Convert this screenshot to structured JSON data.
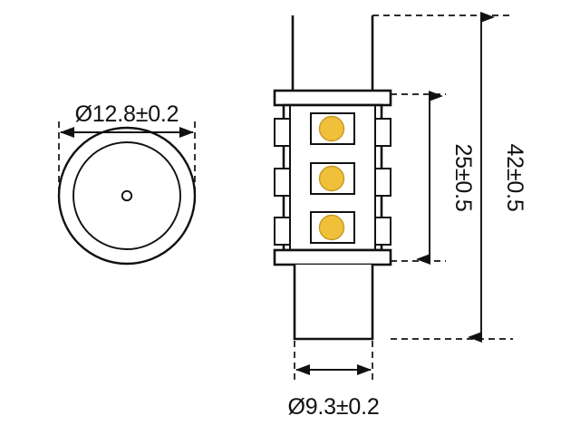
{
  "drawing": {
    "title": "LED bulb technical dimension drawing",
    "background_color": "#ffffff",
    "line_color": "#111111",
    "led_color": "#F0C03A",
    "led_body_color": "#ffffff",
    "views": {
      "left_view_name": "top-view",
      "right_view_name": "side-view"
    }
  },
  "dimensions": {
    "top_diameter": {
      "label": "Ø12.8±0.2",
      "value": 12.8,
      "tolerance": 0.2,
      "symbol": "Ø",
      "orientation": "horizontal",
      "view": "top-view"
    },
    "base_diameter": {
      "label": "Ø9.3±0.2",
      "value": 9.3,
      "tolerance": 0.2,
      "symbol": "Ø",
      "orientation": "horizontal",
      "view": "side-view"
    },
    "led_section_height": {
      "label": "25±0.5",
      "value": 25,
      "tolerance": 0.5,
      "orientation": "vertical",
      "view": "side-view"
    },
    "overall_height": {
      "label": "42±0.5",
      "value": 42,
      "tolerance": 0.5,
      "orientation": "vertical",
      "view": "side-view"
    }
  },
  "components": {
    "front_leds": {
      "count": 3,
      "color": "#F0C03A",
      "shape": "circle-in-rect"
    },
    "side_leds_left": {
      "count": 3,
      "shape": "rect-outline"
    },
    "side_leds_right": {
      "count": 3,
      "shape": "rect-outline"
    },
    "flanges": {
      "count": 2,
      "names": [
        "upper-flange",
        "lower-flange"
      ]
    },
    "top_view_circles": {
      "count": 3,
      "names": [
        "outer-circle",
        "inner-circle",
        "center-dot"
      ]
    }
  }
}
